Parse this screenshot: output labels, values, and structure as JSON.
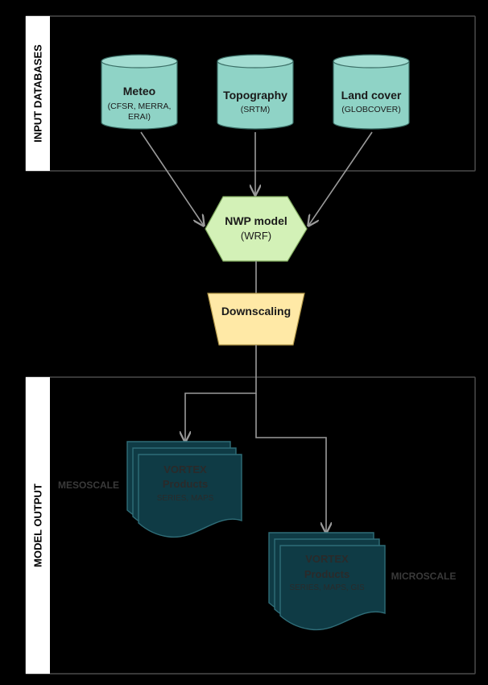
{
  "sections": {
    "input": {
      "label": "INPUT DATABASES"
    },
    "output": {
      "label": "MODEL OUTPUT"
    }
  },
  "databases": [
    {
      "title": "Meteo",
      "sub1": "(CFSR, MERRA,",
      "sub2": "ERAI)"
    },
    {
      "title": "Topography",
      "sub1": "(SRTM)",
      "sub2": ""
    },
    {
      "title": "Land cover",
      "sub1": "(GLOBCOVER)",
      "sub2": ""
    }
  ],
  "nwp": {
    "title": "NWP model",
    "sub": "(WRF)"
  },
  "downscaling": {
    "title": "Downscaling"
  },
  "products": [
    {
      "line1": "VORTEX",
      "line2": "Products",
      "line3": "SERIES, MAPS",
      "scale": "MESOSCALE"
    },
    {
      "line1": "VORTEX",
      "line2": "Products",
      "line3": "SERIES, MAPS, GIS",
      "scale": "MICROSCALE"
    }
  ],
  "colors": {
    "background": "#000000",
    "frame": "#4a4a4a",
    "label_band": "#ffffff",
    "database_fill": "#8fd3c6",
    "nwp_fill": "#d3f1b7",
    "downscaling_fill": "#ffe9a6",
    "product_fill": "#0f3b45",
    "product_stroke": "#2f6d78",
    "product_text": "#2a2a2a",
    "arrow": "#9a9a9a"
  }
}
